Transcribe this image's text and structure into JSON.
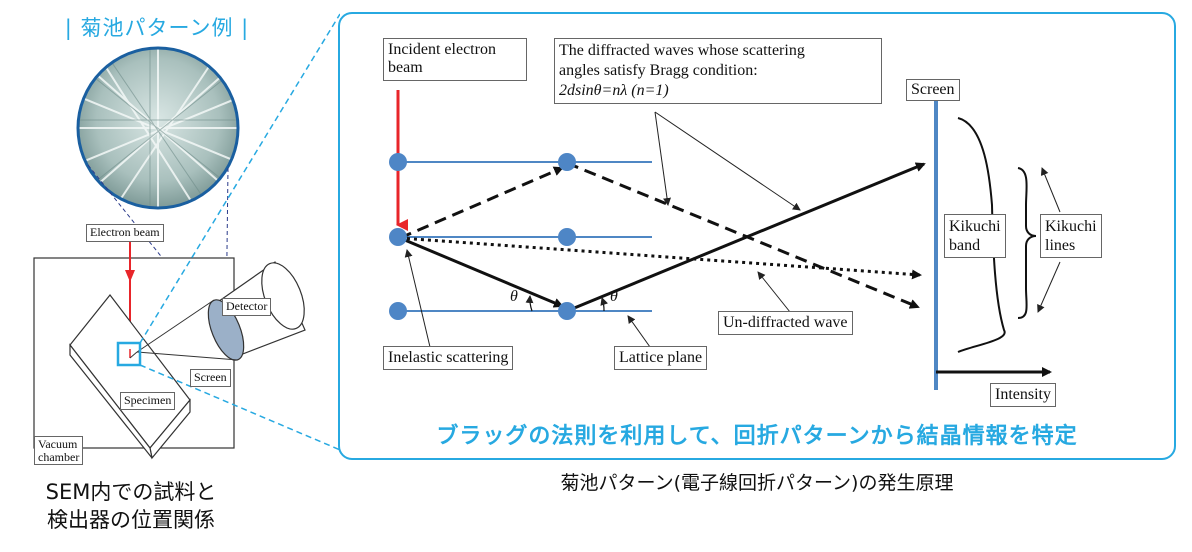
{
  "left_panel": {
    "title": "| 菊池パターン例 |",
    "electron_beam_label": "Electron beam",
    "detector_label": "Detector",
    "screen_label": "Screen",
    "specimen_label": "Specimen",
    "vacuum_label_line1": "Vacuum",
    "vacuum_label_line2": "chamber",
    "caption_line1": "SEM内での試料と",
    "caption_line2": "検出器の位置関係"
  },
  "diagram": {
    "incident_label_line1": "Incident electron",
    "incident_label_line2": "beam",
    "bragg_line1": "The diffracted waves whose scattering",
    "bragg_line2": "angles satisfy Bragg condition:",
    "bragg_line3": "2dsinθ=nλ (n=1)",
    "screen_label": "Screen",
    "kikuchi_band_line1": "Kikuchi",
    "kikuchi_band_line2": "band",
    "kikuchi_lines_line1": "Kikuchi",
    "kikuchi_lines_line2": "lines",
    "theta1": "θ",
    "theta2": "θ",
    "undiffracted_label": "Un-diffracted wave",
    "inelastic_label": "Inelastic scattering",
    "lattice_label": "Lattice plane",
    "intensity_label": "Intensity",
    "banner": "ブラッグの法則を利用して、回折パターンから結晶情報を特定"
  },
  "caption_bottom": "菊池パターン(電子線回折パターン)の発生原理",
  "colors": {
    "accent_blue": "#27a9e1",
    "beam_red": "#e8252a",
    "lattice_blue": "#4f87c4",
    "atom_blue": "#4e86c6"
  }
}
